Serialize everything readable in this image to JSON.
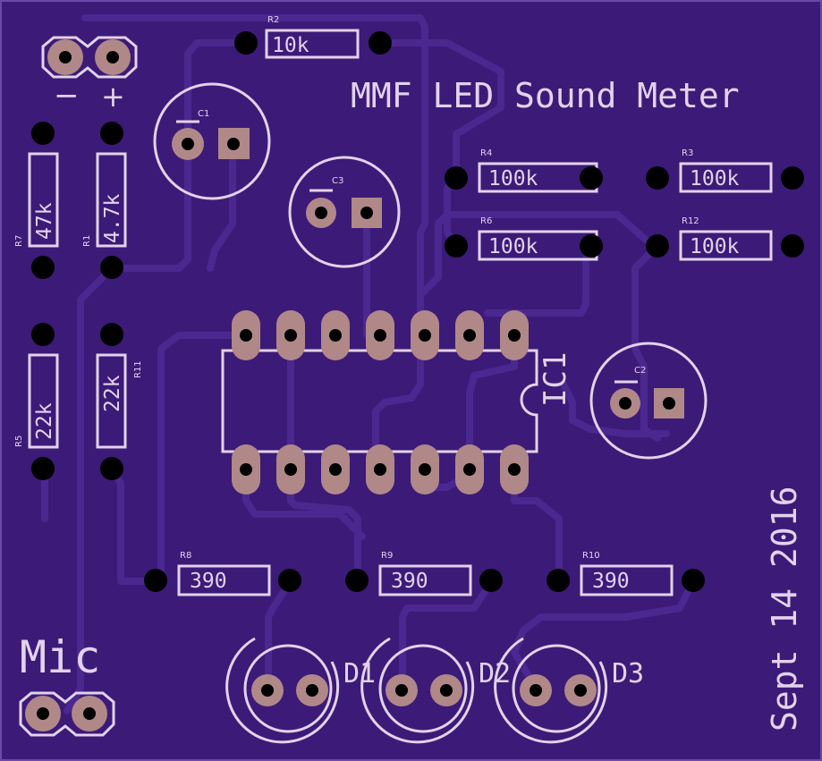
{
  "board": {
    "title": "MMF LED Sound Meter",
    "date": "Sept 14 2016",
    "mic_label": "Mic",
    "minus_label": "−",
    "plus_label": "+",
    "ic_label": "IC1"
  },
  "colors": {
    "board": "#3c1a78",
    "trace": "#4a2890",
    "silkscreen": "#e2d2ec",
    "pad": "#b08888",
    "hole": "#000000"
  },
  "resistors": [
    {
      "ref": "R2",
      "value": "10k"
    },
    {
      "ref": "R4",
      "value": "100k"
    },
    {
      "ref": "R3",
      "value": "100k"
    },
    {
      "ref": "R6",
      "value": "100k"
    },
    {
      "ref": "R12",
      "value": "100k"
    },
    {
      "ref": "R7",
      "value": "47k"
    },
    {
      "ref": "R1",
      "value": "4.7k"
    },
    {
      "ref": "R5",
      "value": "22k"
    },
    {
      "ref": "R11",
      "value": "22k"
    },
    {
      "ref": "R8",
      "value": "390"
    },
    {
      "ref": "R9",
      "value": "390"
    },
    {
      "ref": "R10",
      "value": "390"
    }
  ],
  "capacitors": [
    {
      "ref": "C1"
    },
    {
      "ref": "C3"
    },
    {
      "ref": "C2"
    }
  ],
  "leds": [
    {
      "ref": "D1"
    },
    {
      "ref": "D2"
    },
    {
      "ref": "D3"
    }
  ]
}
